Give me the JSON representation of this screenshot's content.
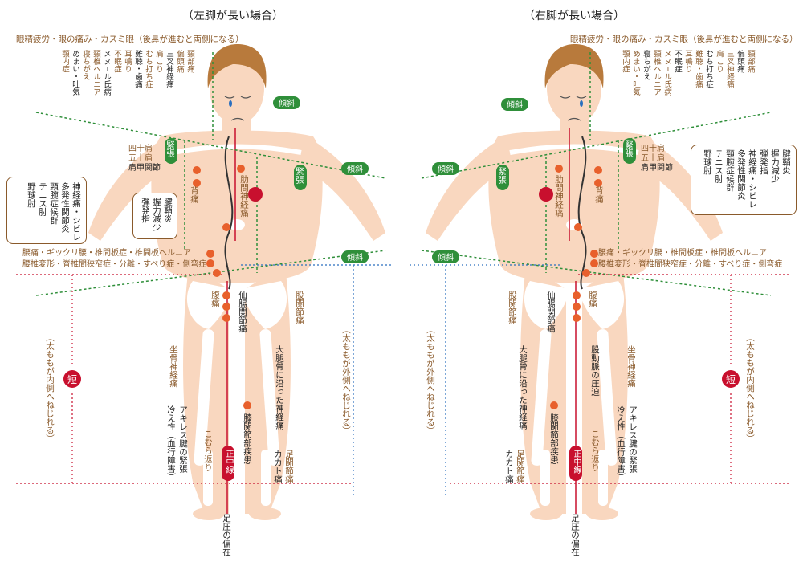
{
  "panels": {
    "left": {
      "title": "（左脚が長い場合）",
      "eyes_label": "眼精疲労・眼の痛み・カスミ眼（後鼻が進むと両側になる）",
      "head_symptoms": [
        "頸部痛",
        "偏頭痛",
        "三叉神経痛",
        "肩こり",
        "むち打ち症",
        "難聴・歯痛",
        "耳鳴り",
        "不眠症",
        "メヌエル氏病",
        "頸椎ヘルニア",
        "寝ちがえ",
        "めまい・吐気",
        "顎内症"
      ],
      "tilt": "傾斜",
      "tension": "緊張",
      "shoulder": [
        "四十肩",
        "五十肩",
        "肩甲関節"
      ],
      "back_pain": "背痛",
      "intercostal": "肋間神経痛",
      "arm_box_left": [
        "神経痛・シビレ",
        "多発性関節炎",
        "頸腕症候群",
        "テニス肘",
        "野球肘"
      ],
      "arm_box_inner": [
        "腱鞘炎",
        "握力減少",
        "弾発指"
      ],
      "lumbar_1": "腰痛・ギックリ腰・椎間板症・椎間板ヘルニア",
      "lumbar_2": "腰椎変形・脊椎間狭窄症・分離・すべり症・側弯症",
      "abdominal": "腹痛",
      "sacroiliac": "仙腸関節痛",
      "hip": "股関節痛",
      "thigh_outer": "（太ももが外側へねじれる）",
      "thigh_inner": "（太ももが内側へねじれる）",
      "short": "短",
      "sciatic": "坐骨神経痛",
      "femur_nerve": "大腿骨に沿った神経痛",
      "knee": "膝関節部疾患",
      "achilles": "アキレス腱の緊張",
      "cold": "冷え性（血行障害）",
      "calf": "こむら返り",
      "midline": "正中線",
      "ankle": "足関節痛",
      "heel": "カカト痛",
      "foot_pressure": "足圧の偏在"
    },
    "right": {
      "title": "（右脚が長い場合）",
      "eyes_label": "眼精疲労・眼の痛み・カスミ眼（後鼻が進むと両側になる）",
      "head_symptoms": [
        "頸部痛",
        "偏頭痛",
        "三叉神経痛",
        "肩こり",
        "むち打ち症",
        "難聴・歯痛",
        "耳鳴り",
        "不眠症",
        "メヌエル氏病",
        "頸椎ヘルニア",
        "寝ちがえ",
        "めまい・吐気",
        "顎内症"
      ],
      "tilt": "傾斜",
      "tension": "緊張",
      "shoulder": [
        "四十肩",
        "五十肩",
        "肩甲関節"
      ],
      "back_pain": "背痛",
      "intercostal": "肋間神経痛",
      "arm_box_right": [
        "腱鞘炎",
        "握力減少",
        "弾発指",
        "神経痛・シビレ",
        "多発性関節炎",
        "頸腕症候群",
        "テニス肘",
        "野球肘"
      ],
      "lumbar_1": "腰痛・ギックリ腰・椎間板症・椎間板ヘルニア",
      "lumbar_2": "腰椎変形・脊椎間狭窄症・分離・すべり症・側弯症",
      "abdominal": "腹痛",
      "sacroiliac": "仙腸関節痛",
      "hip": "股関節痛",
      "thigh_outer": "（太ももが外側へねじれる）",
      "thigh_inner": "（太ももが内側へねじれる）",
      "short": "短",
      "sciatic": "坐骨神経痛",
      "femur_nerve": "大腿骨に沿った神経痛",
      "artery": "股動脈の圧迫",
      "knee": "膝関節部疾患",
      "achilles": "アキレス腱の緊張",
      "cold": "冷え性（血行障害）",
      "calf": "こむら返り",
      "midline": "正中線",
      "ankle": "足関節痛",
      "heel": "カカト痛",
      "foot_pressure": "足圧の偏在"
    }
  },
  "colors": {
    "skin": "#f9d7bf",
    "bone": "#ffffff",
    "hair": "#b87a3c",
    "green": "#2f8f3a",
    "red": "#c8102e",
    "brown": "#8a5a2b",
    "blue": "#2a6fbf"
  }
}
